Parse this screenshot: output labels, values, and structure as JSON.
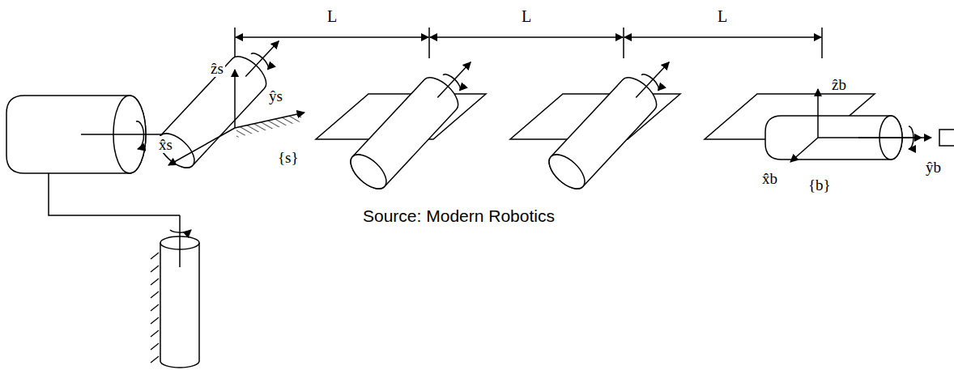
{
  "diagram": {
    "labels": [
      "L",
      "L",
      "L",
      "ẑs",
      "ŷs",
      "x̂s",
      "{s}",
      "ẑb",
      "x̂b",
      "ŷb",
      "{b}",
      "Source: Modern Robotics"
    ]
  }
}
